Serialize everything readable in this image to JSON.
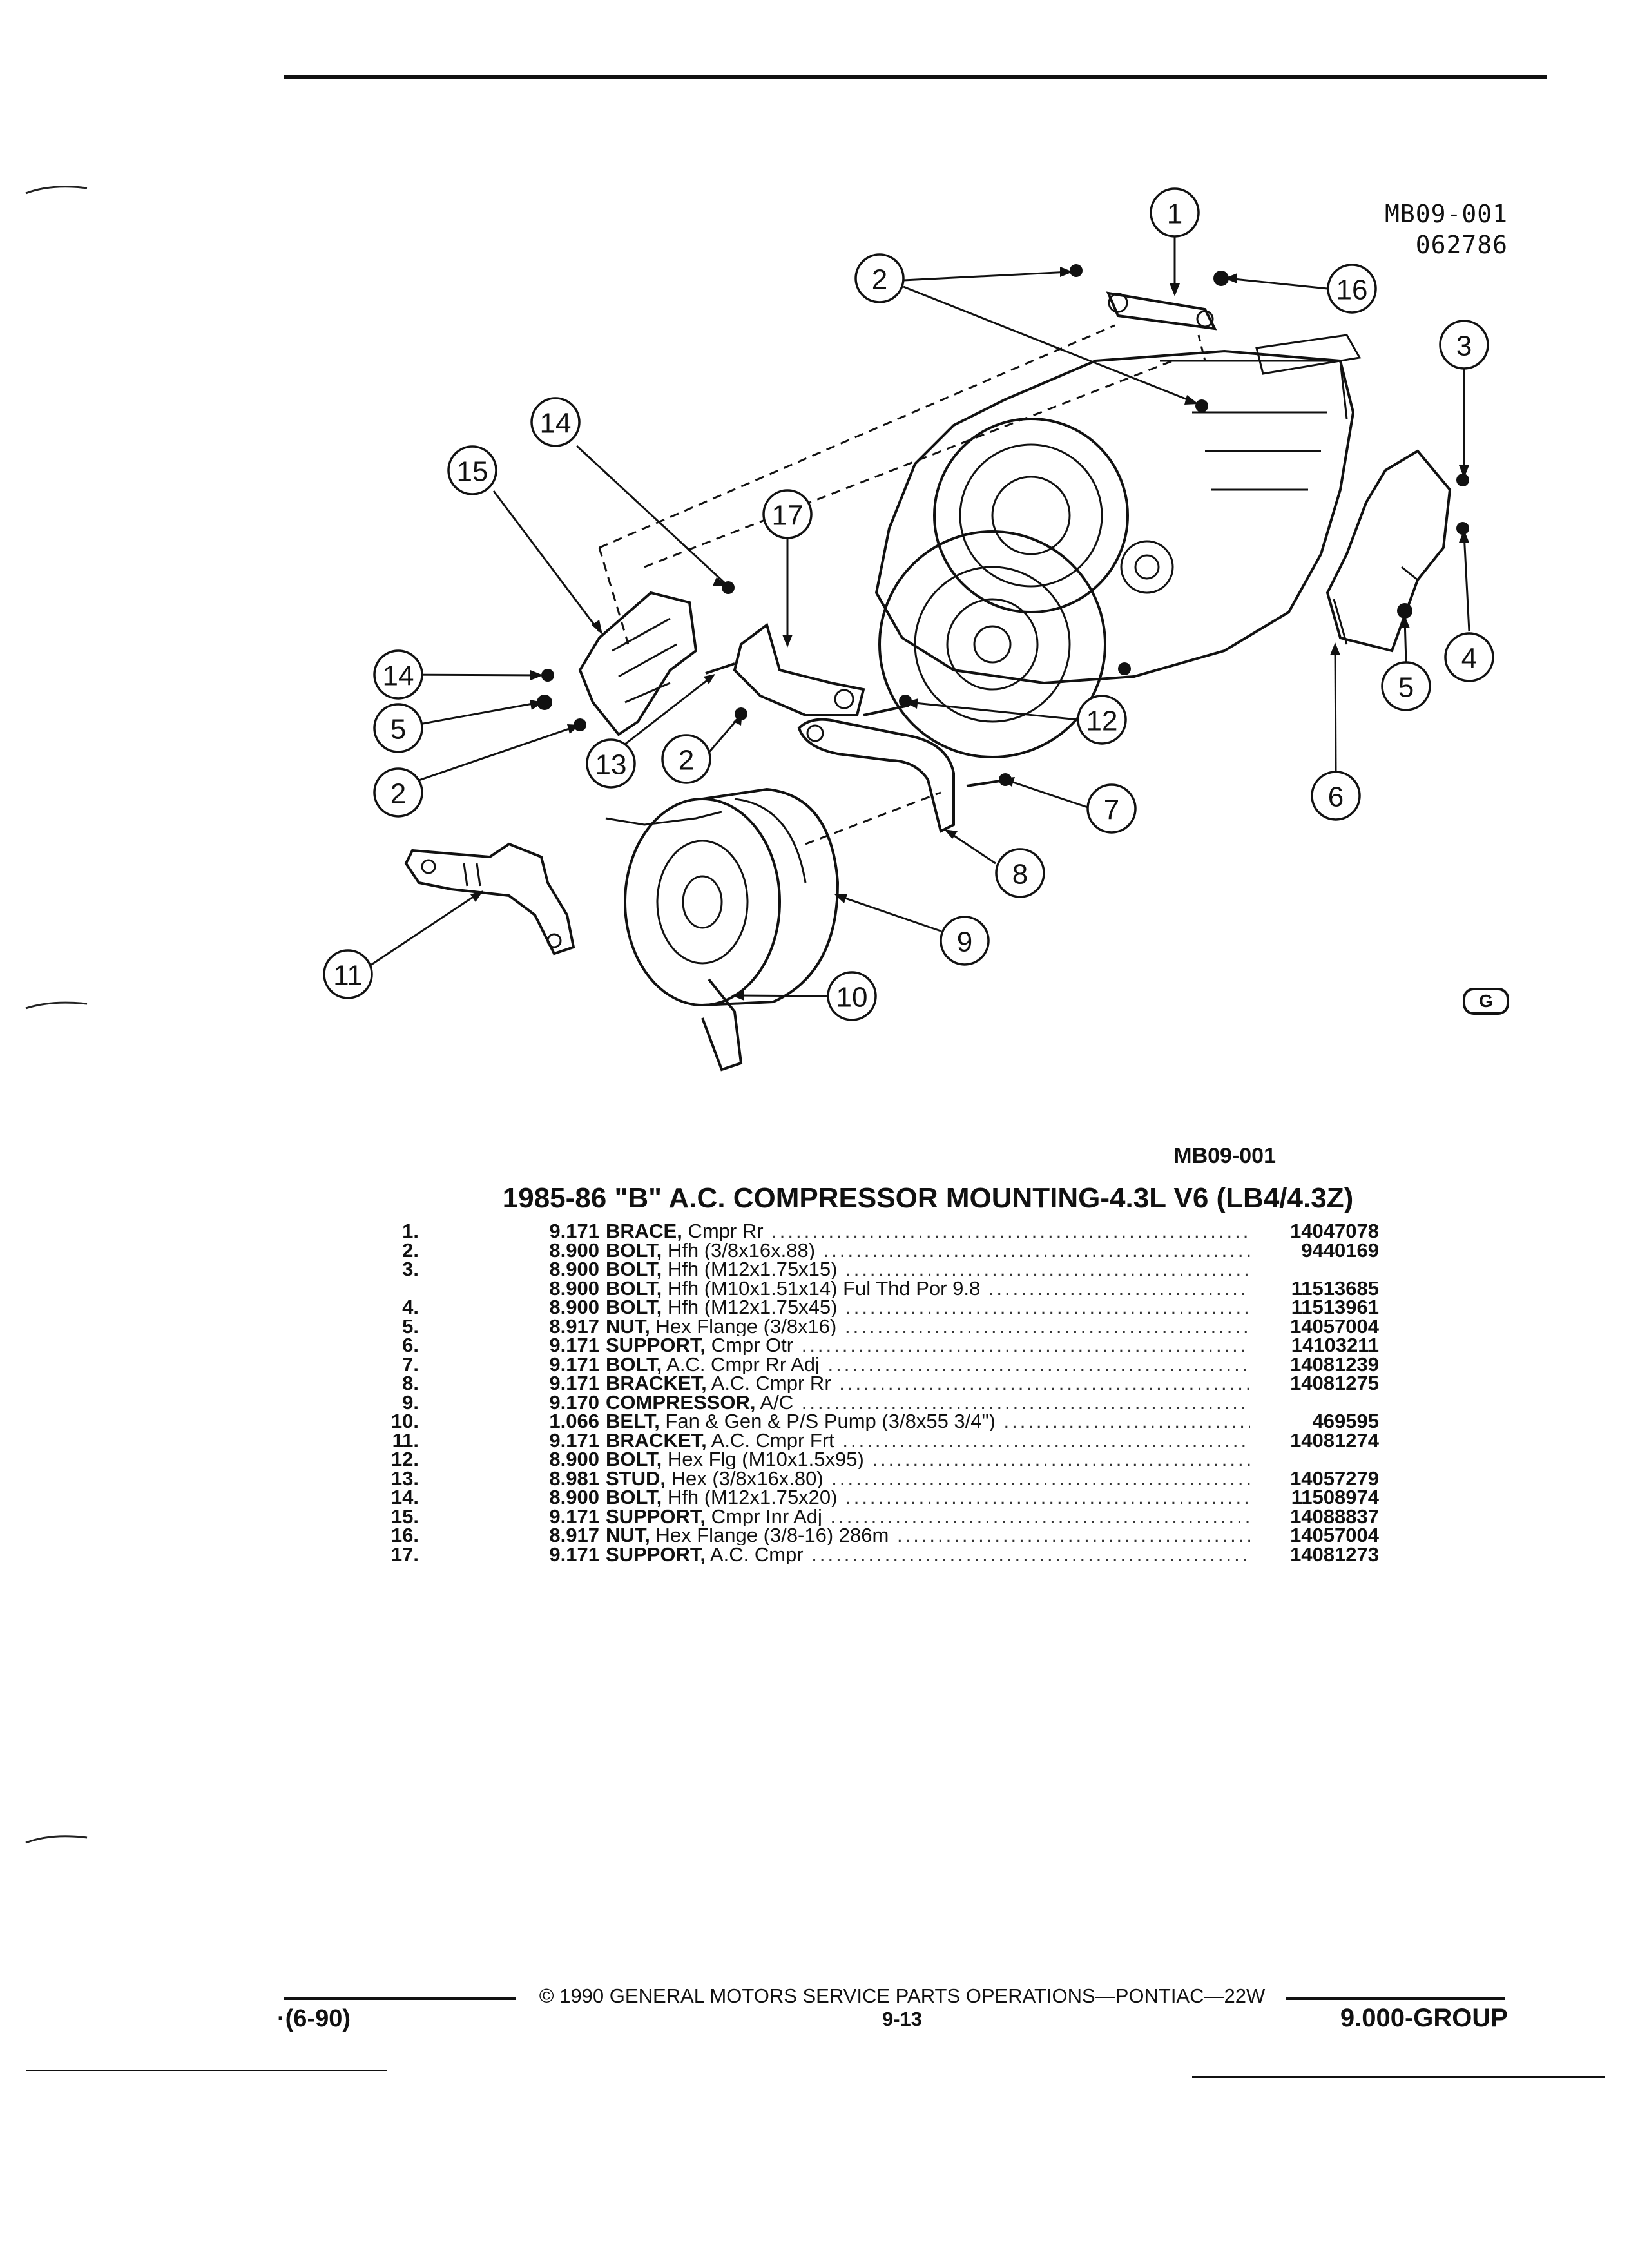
{
  "figure": {
    "id_line1": "MB09-001",
    "id_line2": "062786",
    "caption": "MB09-001",
    "logo_text": "G",
    "callouts": [
      "1",
      "2",
      "16",
      "3",
      "14",
      "15",
      "17",
      "4",
      "14",
      "5",
      "12",
      "5",
      "13",
      "2",
      "6",
      "2",
      "7",
      "8",
      "11",
      "9",
      "10"
    ]
  },
  "section": {
    "title": "1985-86 \"B\" A.C. COMPRESSOR MOUNTING-4.3L V6 (LB4/4.3Z)"
  },
  "parts": [
    {
      "num": "1.",
      "group": "9.171",
      "name": "BRACE,",
      "detail": " Cmpr Rr",
      "part": "14047078"
    },
    {
      "num": "2.",
      "group": "8.900",
      "name": "BOLT,",
      "detail": " Hfh (3/8x16x.88)",
      "part": "9440169"
    },
    {
      "num": "3.",
      "group": "8.900",
      "name": "BOLT,",
      "detail": " Hfh (M12x1.75x15)",
      "part": ""
    },
    {
      "num": "",
      "group": "8.900",
      "name": "BOLT,",
      "detail": " Hfh (M10x1.51x14) Ful Thd Por 9.8",
      "part": "11513685"
    },
    {
      "num": "4.",
      "group": "8.900",
      "name": "BOLT,",
      "detail": " Hfh (M12x1.75x45)",
      "part": "11513961"
    },
    {
      "num": "5.",
      "group": "8.917",
      "name": "NUT,",
      "detail": " Hex Flange (3/8x16)",
      "part": "14057004"
    },
    {
      "num": "6.",
      "group": "9.171",
      "name": "SUPPORT,",
      "detail": " Cmpr Otr",
      "part": "14103211"
    },
    {
      "num": "7.",
      "group": "9.171",
      "name": "BOLT,",
      "detail": " A.C. Cmpr Rr Adj",
      "part": "14081239"
    },
    {
      "num": "8.",
      "group": "9.171",
      "name": "BRACKET,",
      "detail": " A.C. Cmpr Rr",
      "part": "14081275"
    },
    {
      "num": "9.",
      "group": "9.170",
      "name": "COMPRESSOR,",
      "detail": " A/C",
      "part": ""
    },
    {
      "num": "10.",
      "group": "1.066",
      "name": "BELT,",
      "detail": " Fan & Gen & P/S Pump (3/8x55 3/4\")",
      "part": "469595"
    },
    {
      "num": "11.",
      "group": "9.171",
      "name": "BRACKET,",
      "detail": " A.C. Cmpr Frt",
      "part": "14081274"
    },
    {
      "num": "12.",
      "group": "8.900",
      "name": "BOLT,",
      "detail": " Hex Flg (M10x1.5x95)",
      "part": ""
    },
    {
      "num": "13.",
      "group": "8.981",
      "name": "STUD,",
      "detail": " Hex (3/8x16x.80)",
      "part": "14057279"
    },
    {
      "num": "14.",
      "group": "8.900",
      "name": "BOLT,",
      "detail": " Hfh (M12x1.75x20)",
      "part": "11508974"
    },
    {
      "num": "15.",
      "group": "9.171",
      "name": "SUPPORT,",
      "detail": " Cmpr Inr Adj",
      "part": "14088837"
    },
    {
      "num": "16.",
      "group": "8.917",
      "name": "NUT,",
      "detail": " Hex Flange (3/8-16) 286m",
      "part": "14057004"
    },
    {
      "num": "17.",
      "group": "9.171",
      "name": "SUPPORT,",
      "detail": " A.C. Cmpr",
      "part": "14081273"
    }
  ],
  "footer": {
    "copyright": "© 1990 GENERAL MOTORS SERVICE PARTS OPERATIONS—PONTIAC—22W",
    "date_code": "·(6-90)",
    "page": "9-13",
    "group": "9.000-GROUP"
  }
}
